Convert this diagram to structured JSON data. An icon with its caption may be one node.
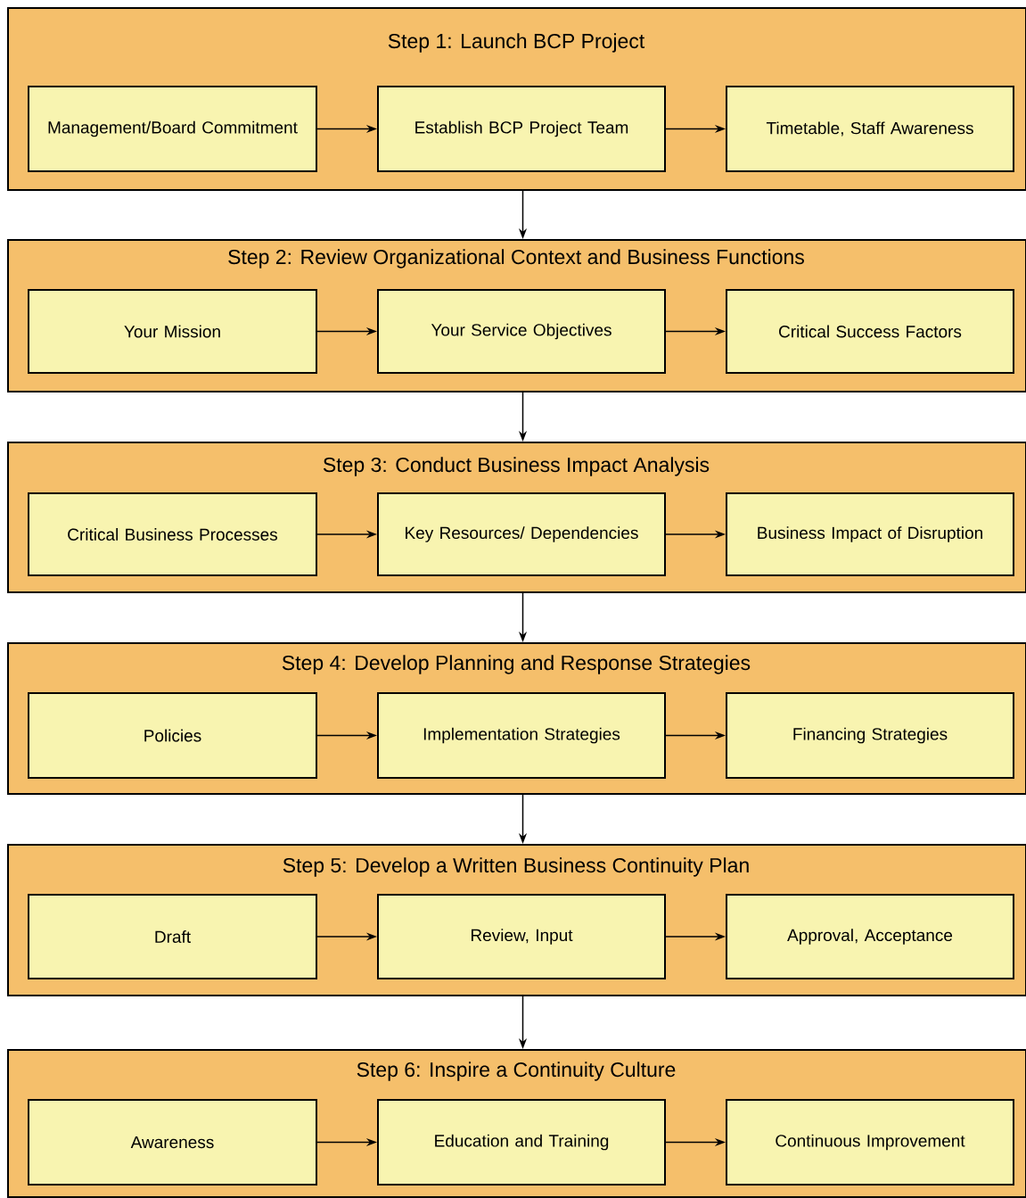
{
  "diagram": {
    "nodes": [
      {
        "text": [
          "Step 1:  Launch BCP Project"
        ]
      },
      {
        "text": [
          "Management/Board Commitment"
        ],
        "in": 0
      },
      {
        "text": [
          "Establish BCP Project Team"
        ],
        "in": 0
      },
      {
        "text": [
          "Timetable, Staff Awareness"
        ],
        "in": 0
      },
      {
        "text": [
          "Step 2:  Review Organizational Context and Business Functions"
        ]
      },
      {
        "text": [
          "Your Mission"
        ],
        "in": 4
      },
      {
        "text": [
          "Your Service Objectives"
        ],
        "in": 4
      },
      {
        "text": [
          "Critical Success Factors"
        ],
        "in": 4
      },
      {
        "text": [
          "Step 3: Conduct Business Impact Analysis"
        ]
      },
      {
        "text": [
          "Critical Business Processes"
        ],
        "in": 8
      },
      {
        "text": [
          "Key Resources/ Dependencies"
        ],
        "in": 8
      },
      {
        "text": [
          "Business Impact of Disruption"
        ],
        "in": 8
      },
      {
        "text": [
          "Step 4: Develop Planning and Response Strategies"
        ]
      },
      {
        "text": [
          "Policies"
        ],
        "in": 12
      },
      {
        "text": [
          "Implementation Strategies"
        ],
        "in": 12
      },
      {
        "text": [
          "Financing Strategies"
        ],
        "in": 12
      },
      {
        "text": [
          "Step 5: Develop a Written Business Continuity Plan"
        ]
      },
      {
        "text": [
          "Draft"
        ],
        "in": 16
      },
      {
        "text": [
          "Review, Input"
        ],
        "in": 16
      },
      {
        "text": [
          "Approval, Acceptance"
        ],
        "in": 16
      },
      {
        "text": [
          "Step 6:  Inspire a Continuity Culture"
        ]
      },
      {
        "text": [
          "Awareness"
        ],
        "in": 20
      },
      {
        "text": [
          "Education and Training"
        ],
        "in": 20
      },
      {
        "text": [
          "Continuous Improvement"
        ],
        "in": 20
      }
    ],
    "edges": [
      {
        "from": 1,
        "to": 2,
        "arrow": "to"
      },
      {
        "from": 2,
        "to": 3,
        "arrow": "to"
      },
      {
        "from": 0,
        "to": 4,
        "arrow": "to"
      },
      {
        "from": 5,
        "to": 6,
        "arrow": "to"
      },
      {
        "from": 6,
        "to": 7,
        "arrow": "to"
      },
      {
        "from": 4,
        "to": 8,
        "arrow": "to"
      },
      {
        "from": 9,
        "to": 10,
        "arrow": "to"
      },
      {
        "from": 10,
        "to": 11,
        "arrow": "to"
      },
      {
        "from": 8,
        "to": 12,
        "arrow": "to"
      },
      {
        "from": 13,
        "to": 14,
        "arrow": "to"
      },
      {
        "from": 14,
        "to": 15,
        "arrow": "to"
      },
      {
        "from": 12,
        "to": 16,
        "arrow": "to"
      },
      {
        "from": 17,
        "to": 18,
        "arrow": "to"
      },
      {
        "from": 18,
        "to": 19,
        "arrow": "to"
      },
      {
        "from": 16,
        "to": 20,
        "arrow": "to"
      },
      {
        "from": 21,
        "to": 22,
        "arrow": "to"
      },
      {
        "from": 22,
        "to": 23,
        "arrow": "to"
      }
    ]
  }
}
